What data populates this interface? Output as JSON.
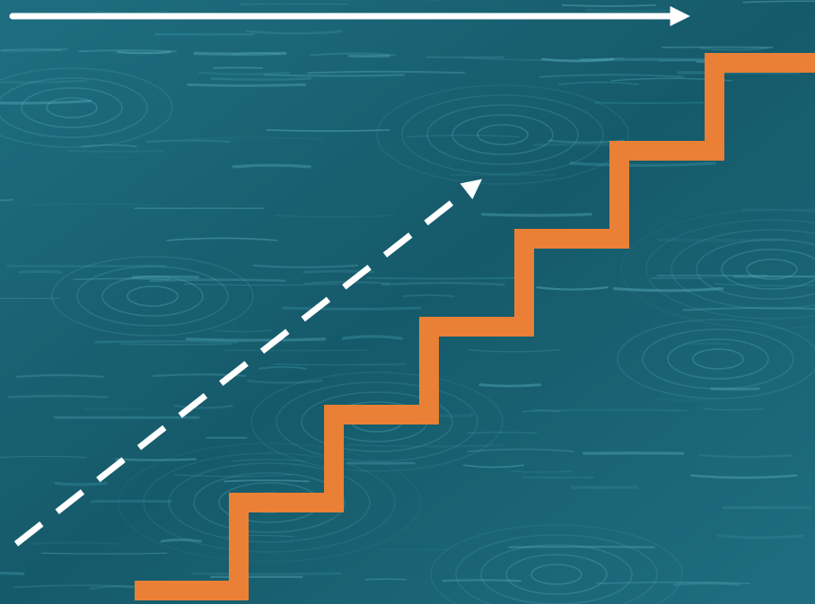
{
  "colors": {
    "water_base": "#1f6e80",
    "water_dark": "#155a6a",
    "water_light": "#3b93a6",
    "ripple": "#5fb3c4",
    "stair": "#e98035",
    "arrow": "#ffffff"
  },
  "elements": {
    "background": "rain-rippled-water",
    "top_arrow": "solid-arrow-right",
    "dashed_arrow": "dashed-arrow-diagonal-up-right",
    "staircase": "ascending-staircase-line"
  },
  "staircase": {
    "steps": 6
  }
}
